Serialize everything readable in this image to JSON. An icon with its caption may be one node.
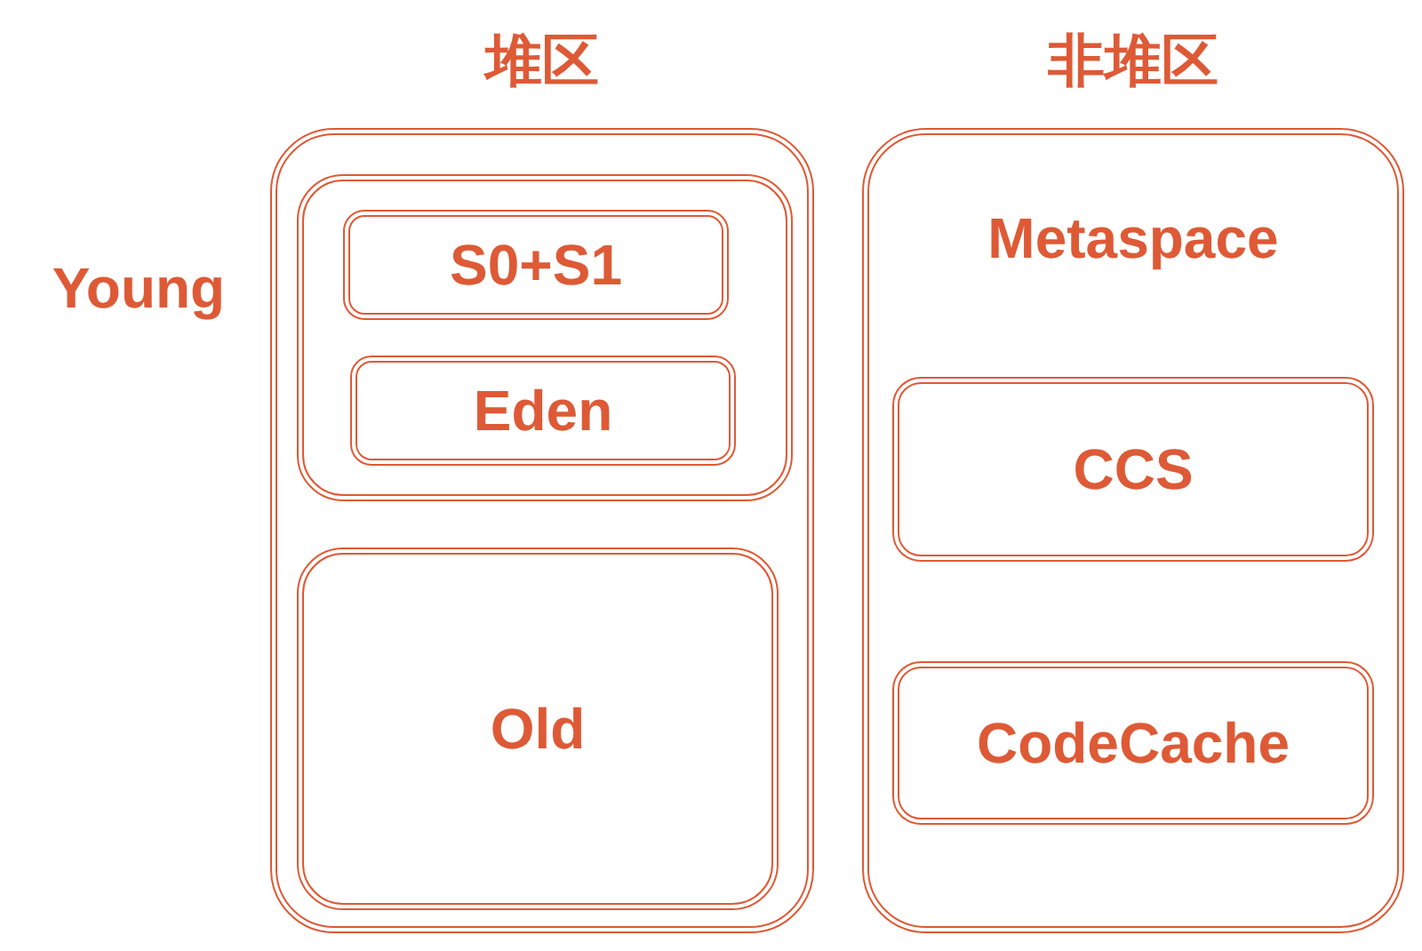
{
  "diagram": {
    "nodes": [
      {
        "text": [
          "堆区"
        ]
      },
      {
        "text": [
          "Young"
        ],
        "in": 0
      },
      {
        "text": [
          "S0+S1"
        ],
        "in": 1
      },
      {
        "text": [
          "Eden"
        ],
        "in": 1
      },
      {
        "text": [
          "Old"
        ],
        "in": 0
      },
      {
        "text": [
          "非堆区",
          "Metaspace"
        ]
      },
      {
        "text": [
          "CCS"
        ],
        "in": 5
      },
      {
        "text": [
          "CodeCache"
        ],
        "in": 5
      }
    ]
  }
}
